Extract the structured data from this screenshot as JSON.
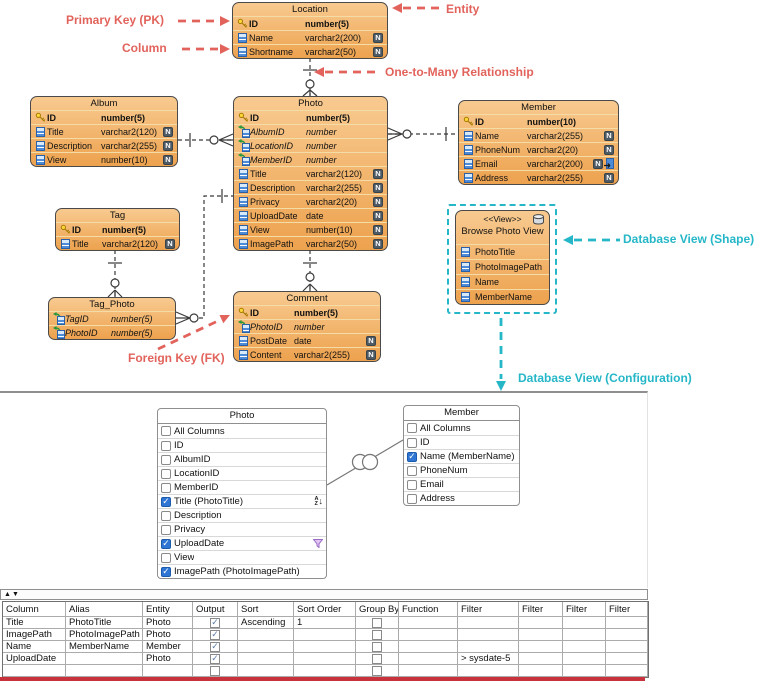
{
  "colors": {
    "entity_fill_top": "#F8CA90",
    "entity_fill_bottom": "#EDA24E",
    "entity_border": "#4A4A4A",
    "annotation_red": "#E2635C",
    "annotation_teal": "#25B7C8",
    "bottom_bar": "#C8323C",
    "join_fill": "#F59A23"
  },
  "icons": {
    "collapse": "▲",
    "expand": "▼",
    "check": "✓",
    "sort_a": "A",
    "sort_z": "Z",
    "sort_arrow": "↓"
  },
  "annotations": {
    "primary_key": "Primary Key (PK)",
    "column": "Column",
    "entity": "Entity",
    "one_to_many": "One-to-Many Relationship",
    "foreign_key": "Foreign Key (FK)",
    "database_view_shape": "Database View (Shape)",
    "database_view_config": "Database View (Configuration)"
  },
  "entities": [
    {
      "id": "location",
      "title": "Location",
      "columns": [
        {
          "icon": "key",
          "name": "ID",
          "type": "number(5)",
          "style": "pk"
        },
        {
          "icon": "column",
          "name": "Name",
          "type": "varchar2(200)",
          "nullable": true
        },
        {
          "icon": "column",
          "name": "Shortname",
          "type": "varchar2(50)",
          "nullable": true
        }
      ]
    },
    {
      "id": "album",
      "title": "Album",
      "columns": [
        {
          "icon": "key",
          "name": "ID",
          "type": "number(5)",
          "style": "pk"
        },
        {
          "icon": "column",
          "name": "Title",
          "type": "varchar2(120)",
          "nullable": true
        },
        {
          "icon": "column",
          "name": "Description",
          "type": "varchar2(255)",
          "nullable": true
        },
        {
          "icon": "column",
          "name": "View",
          "type": "number(10)",
          "nullable": true
        }
      ]
    },
    {
      "id": "photo",
      "title": "Photo",
      "columns": [
        {
          "icon": "key",
          "name": "ID",
          "type": "number(5)",
          "style": "pk"
        },
        {
          "icon": "fk",
          "name": "AlbumID",
          "type": "number",
          "style": "fk"
        },
        {
          "icon": "fk",
          "name": "LocationID",
          "type": "number",
          "style": "fk"
        },
        {
          "icon": "fk",
          "name": "MemberID",
          "type": "number",
          "style": "fk"
        },
        {
          "icon": "column",
          "name": "Title",
          "type": "varchar2(120)",
          "nullable": true
        },
        {
          "icon": "column",
          "name": "Description",
          "type": "varchar2(255)",
          "nullable": true
        },
        {
          "icon": "column",
          "name": "Privacy",
          "type": "varchar2(20)",
          "nullable": true
        },
        {
          "icon": "column",
          "name": "UploadDate",
          "type": "date",
          "nullable": true
        },
        {
          "icon": "column",
          "name": "View",
          "type": "number(10)",
          "nullable": true
        },
        {
          "icon": "column",
          "name": "ImagePath",
          "type": "varchar2(50)",
          "nullable": true
        }
      ]
    },
    {
      "id": "member",
      "title": "Member",
      "columns": [
        {
          "icon": "key",
          "name": "ID",
          "type": "number(10)",
          "style": "pk"
        },
        {
          "icon": "column",
          "name": "Name",
          "type": "varchar2(255)",
          "nullable": true
        },
        {
          "icon": "column",
          "name": "PhoneNum",
          "type": "varchar2(20)",
          "nullable": true
        },
        {
          "icon": "column",
          "name": "Email",
          "type": "varchar2(200)",
          "nullable": true,
          "indexed": true
        },
        {
          "icon": "column",
          "name": "Address",
          "type": "varchar2(255)",
          "nullable": true
        }
      ]
    },
    {
      "id": "tag",
      "title": "Tag",
      "columns": [
        {
          "icon": "key",
          "name": "ID",
          "type": "number(5)",
          "style": "pk"
        },
        {
          "icon": "column",
          "name": "Title",
          "type": "varchar2(120)",
          "nullable": true
        }
      ]
    },
    {
      "id": "tag_photo",
      "title": "Tag_Photo",
      "columns": [
        {
          "icon": "fk",
          "name": "TagID",
          "type": "number(5)",
          "style": "fk"
        },
        {
          "icon": "fk",
          "name": "PhotoID",
          "type": "number(5)",
          "style": "fk"
        }
      ]
    },
    {
      "id": "comment",
      "title": "Comment",
      "columns": [
        {
          "icon": "key",
          "name": "ID",
          "type": "number(5)",
          "style": "pk"
        },
        {
          "icon": "fk",
          "name": "PhotoID",
          "type": "number",
          "style": "fk"
        },
        {
          "icon": "column",
          "name": "PostDate",
          "type": "date",
          "nullable": true
        },
        {
          "icon": "column",
          "name": "Content",
          "type": "varchar2(255)",
          "nullable": true
        }
      ]
    }
  ],
  "view_shape": {
    "stereotype": "<<View>>",
    "title": "Browse Photo View",
    "columns": [
      "PhotoTitle",
      "PhotoImagePath",
      "Name",
      "MemberName"
    ]
  },
  "query_designer": {
    "photo_box": {
      "title": "Photo",
      "items": [
        {
          "label": "All Columns",
          "checked": false
        },
        {
          "label": "ID",
          "checked": false
        },
        {
          "label": "AlbumID",
          "checked": false
        },
        {
          "label": "LocationID",
          "checked": false
        },
        {
          "label": "MemberID",
          "checked": false
        },
        {
          "label": "Title (PhotoTitle)",
          "checked": true,
          "sort": true
        },
        {
          "label": "Description",
          "checked": false
        },
        {
          "label": "Privacy",
          "checked": false
        },
        {
          "label": "UploadDate",
          "checked": true,
          "filter": true
        },
        {
          "label": "View",
          "checked": false
        },
        {
          "label": "ImagePath (PhotoImagePath)",
          "checked": true
        }
      ]
    },
    "member_box": {
      "title": "Member",
      "items": [
        {
          "label": "All Columns",
          "checked": false
        },
        {
          "label": "ID",
          "checked": false
        },
        {
          "label": "Name (MemberName)",
          "checked": true
        },
        {
          "label": "PhoneNum",
          "checked": false
        },
        {
          "label": "Email",
          "checked": false
        },
        {
          "label": "Address",
          "checked": false
        }
      ]
    }
  },
  "grid": {
    "headers": [
      "Column",
      "Alias",
      "Entity",
      "Output",
      "Sort",
      "Sort Order",
      "Group By",
      "Function",
      "Filter",
      "Filter",
      "Filter",
      "Filter"
    ],
    "rows": [
      {
        "cells": [
          "Title",
          "PhotoTitle",
          "Photo"
        ],
        "output": true,
        "sort": "Ascending",
        "sort_order": "1",
        "group_by": false,
        "function": "",
        "filters": [
          "",
          "",
          "",
          ""
        ]
      },
      {
        "cells": [
          "ImagePath",
          "PhotoImagePath",
          "Photo"
        ],
        "output": true,
        "sort": "",
        "sort_order": "",
        "group_by": false,
        "function": "",
        "filters": [
          "",
          "",
          "",
          ""
        ]
      },
      {
        "cells": [
          "Name",
          "MemberName",
          "Member"
        ],
        "output": true,
        "sort": "",
        "sort_order": "",
        "group_by": false,
        "function": "",
        "filters": [
          "",
          "",
          "",
          ""
        ]
      },
      {
        "cells": [
          "UploadDate",
          "",
          "Photo"
        ],
        "output": true,
        "sort": "",
        "sort_order": "",
        "group_by": false,
        "function": "",
        "filters": [
          "> sysdate-5",
          "",
          "",
          ""
        ]
      },
      {
        "cells": [
          "",
          "",
          ""
        ],
        "output": false,
        "sort": "",
        "sort_order": "",
        "group_by": false,
        "function": "",
        "filters": [
          "",
          "",
          "",
          ""
        ]
      }
    ]
  }
}
